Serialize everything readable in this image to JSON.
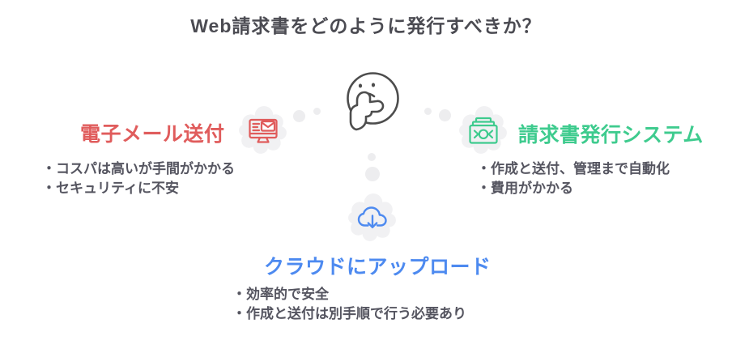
{
  "title": "Web請求書をどのように発行すべきか？",
  "colors": {
    "email_accent": "#e05c5c",
    "system_accent": "#3ecb8e",
    "cloud_accent": "#4d8af0",
    "body_text": "#555560",
    "title_text": "#4b4b52",
    "bubble_fill": "#f1f1f3",
    "dot_fill": "#ededef",
    "face_stroke": "#4d4d4d"
  },
  "options": {
    "email": {
      "label": "電子メール送付",
      "icon": "monitor-email-icon",
      "points": [
        "・コスパは高いが手間がかかる",
        "・セキュリティに不安"
      ]
    },
    "system": {
      "label": "請求書発行システム",
      "icon": "banknotes-icon",
      "points": [
        "・作成と送付、管理まで自動化",
        "・費用がかかる"
      ]
    },
    "cloud": {
      "label": "クラウドにアップロード",
      "icon": "cloud-upload-icon",
      "points": [
        "・効率的で安全",
        "・作成と送付は別手順で行う必要あり"
      ]
    }
  },
  "center_figure": {
    "icon": "thinking-face-icon"
  }
}
